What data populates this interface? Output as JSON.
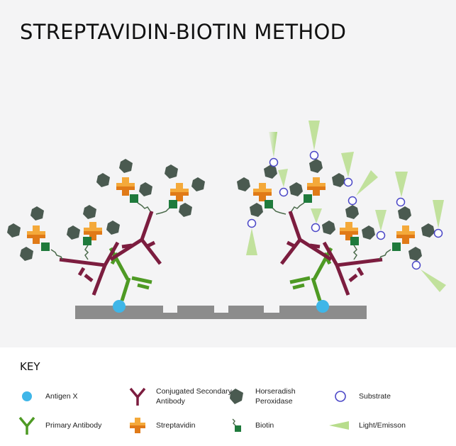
{
  "title": "STREPTAVIDIN-BIOTIN METHOD",
  "key": {
    "heading": "KEY",
    "items": [
      {
        "id": "antigen",
        "label": "Antigen X"
      },
      {
        "id": "secondary",
        "label": "Conjugated Secondary Antibody"
      },
      {
        "id": "hrp",
        "label": "Horseradish Peroxidase"
      },
      {
        "id": "substrate",
        "label": "Substrate"
      },
      {
        "id": "primary",
        "label": "Primary Antibody"
      },
      {
        "id": "streptavidin",
        "label": "Streptavidin"
      },
      {
        "id": "biotin",
        "label": "Biotin"
      },
      {
        "id": "light",
        "label": "Light/Emisson"
      }
    ]
  },
  "colors": {
    "antigen": "#3fb6e8",
    "primary_antibody": "#4e9a24",
    "secondary_antibody": "#7c1d3f",
    "streptavidin_dark": "#e07a18",
    "streptavidin_light": "#f4a93a",
    "hrp": "#4a5a50",
    "biotin": "#1f7a3c",
    "substrate": "#4b47c7",
    "light": "#a9d77a",
    "surface": "#8c8c8c",
    "panel": "#f4f4f5"
  }
}
